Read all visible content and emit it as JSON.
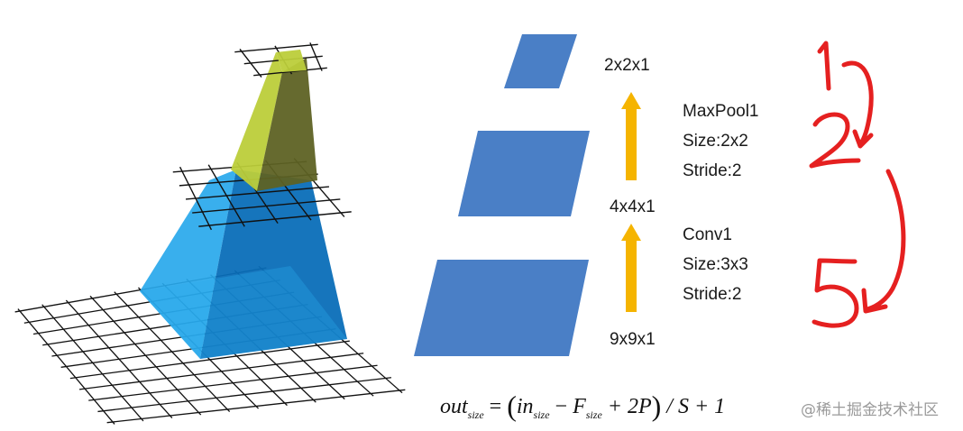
{
  "layers": [
    {
      "size_label": "2x2x1"
    },
    {
      "size_label": "4x4x1"
    },
    {
      "size_label": "9x9x1"
    }
  ],
  "operations": [
    {
      "name": "MaxPool1",
      "size": "Size:2x2",
      "stride": "Stride:2"
    },
    {
      "name": "Conv1",
      "size": "Size:3x3",
      "stride": "Stride:2"
    }
  ],
  "formula": {
    "out": "out",
    "size_sub": "size",
    "equals": "=",
    "in": "in",
    "minus": "−",
    "F": "F",
    "plus_2P": "+ 2P",
    "divide_S": "/ S + 1"
  },
  "handwriting": [
    "1",
    "2",
    "5"
  ],
  "watermark": "@稀土掘金技术社区",
  "colors": {
    "layer_fill": "#4a7fc6",
    "arrow": "#f5b400",
    "pyramid_light": "#28a8ec",
    "pyramid_dark": "#0a6eb8",
    "top_light": "#bccd3a",
    "top_dark": "#5e6224",
    "grid_line": "#111111",
    "handwriting": "#e52020"
  }
}
